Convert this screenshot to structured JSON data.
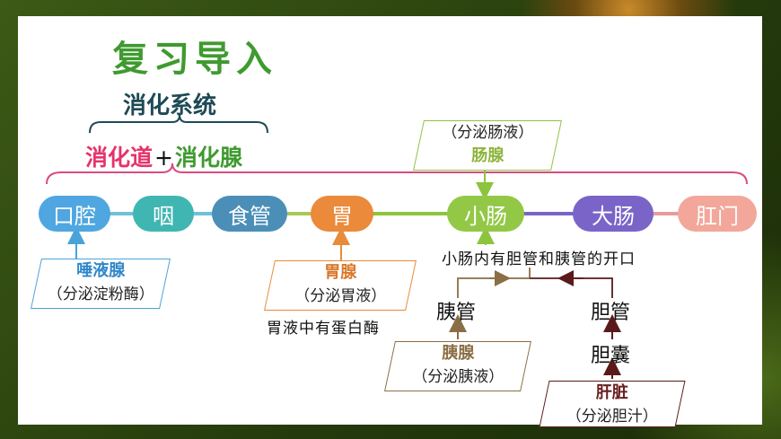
{
  "title": "复习导入",
  "system": "消化系统",
  "tract": {
    "left": "消化道",
    "plus": "+",
    "right": "消化腺"
  },
  "organs": [
    "口腔",
    "咽",
    "食管",
    "胃",
    "小肠",
    "大肠",
    "肛门"
  ],
  "glands": {
    "salivary": {
      "name": "唾液腺",
      "secretion": "（分泌淀粉酶）"
    },
    "gastric": {
      "name": "胃腺",
      "secretion": "（分泌胃液）"
    },
    "intestinal": {
      "name": "肠腺",
      "secretion": "（分泌肠液）"
    },
    "pancreas": {
      "name": "胰腺",
      "secretion": "（分泌胰液）"
    },
    "liver": {
      "name": "肝脏",
      "secretion": "（分泌胆汁）"
    }
  },
  "notes": {
    "gastric_enzyme": "胃液中有蛋白酶",
    "ducts_opening": "小肠内有胆管和胰管的开口"
  },
  "ducts": {
    "pancreatic": "胰管",
    "bile": "胆管",
    "gallbladder": "胆囊"
  },
  "colors": {
    "title_green": "#3f9a2f",
    "tract_red": "#e6336b",
    "connector_green": "#8cc43e",
    "connector_purple": "#7a64c8"
  }
}
